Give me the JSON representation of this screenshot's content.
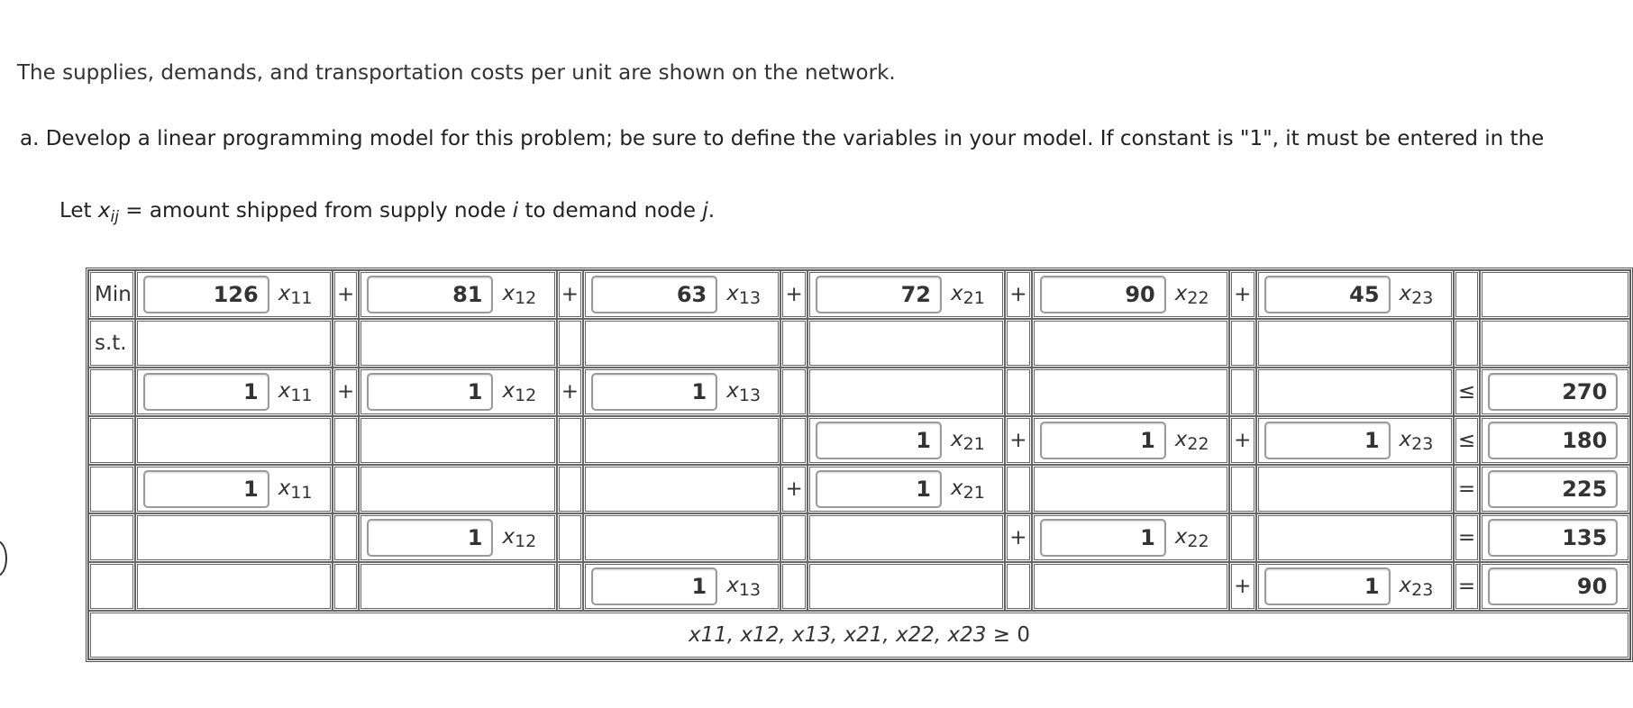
{
  "intro": "The supplies, demands, and transportation costs per unit are shown on the network.",
  "part_a": "a. Develop a linear programming model for this problem; be sure to define the variables in your model. If constant is \"1\", it must be entered in the",
  "let_line": {
    "let": "Let",
    "var": "x",
    "sub": "ij",
    "eq": "= amount shipped from supply node",
    "i": "i",
    "to": "to demand node",
    "j": "j",
    "end": "."
  },
  "labels": {
    "min": "Min",
    "st": "s.t."
  },
  "var_symbol": "x",
  "objective": {
    "c11": "126",
    "c12": "81",
    "c13": "63",
    "c21": "72",
    "c22": "90",
    "c23": "45"
  },
  "constraints": [
    {
      "c11": "1",
      "c12": "1",
      "c13": "1",
      "sign": "≤",
      "rhs": "270"
    },
    {
      "c21": "1",
      "c22": "1",
      "c23": "1",
      "sign": "≤",
      "rhs": "180"
    },
    {
      "c11": "1",
      "c21": "1",
      "sign": "=",
      "rhs": "225"
    },
    {
      "c12": "1",
      "c22": "1",
      "sign": "=",
      "rhs": "135"
    },
    {
      "c13": "1",
      "c23": "1",
      "sign": "=",
      "rhs": "90"
    }
  ],
  "plus": "+",
  "nonneg": {
    "vars": "x11, x12, x13, x21, x22, x23",
    "tail": "≥ 0"
  }
}
